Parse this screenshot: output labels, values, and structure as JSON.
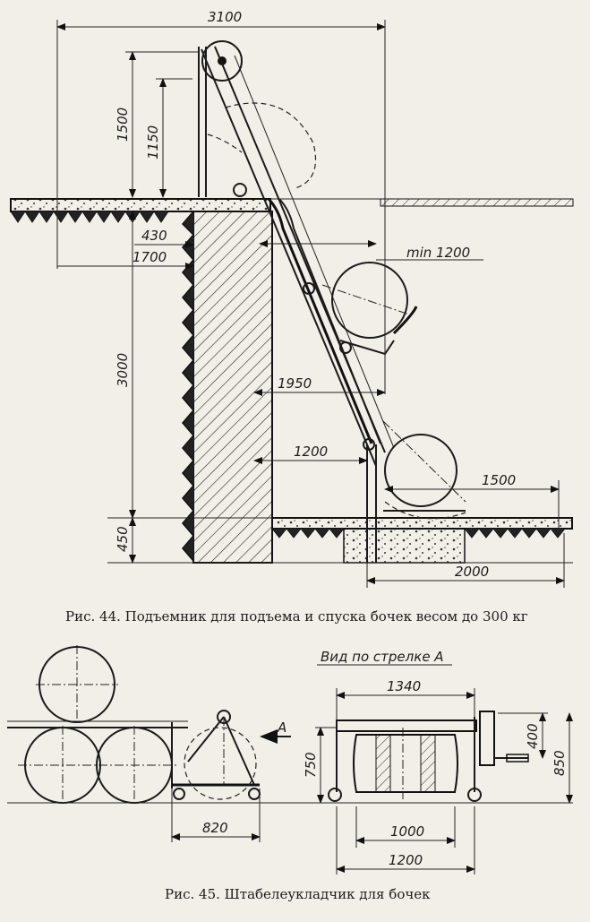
{
  "fig44": {
    "caption": "Рис. 44. Подъемник для подъема и спуска бочек весом до 300 кг",
    "dims": {
      "d3100": "3100",
      "d1500": "1500",
      "d1150": "1150",
      "d430": "430",
      "d1700": "1700",
      "dmin1200": "min 1200",
      "d3000": "3000",
      "d1950": "1950",
      "d1200": "1200",
      "d1500b": "1500",
      "d450": "450",
      "d2000": "2000"
    }
  },
  "fig45": {
    "caption": "Рис. 45. Штабелеукладчик для бочек",
    "view_label": "Вид по стрелке А",
    "arrow_label": "А",
    "dims": {
      "d820": "820",
      "d1340": "1340",
      "d400": "400",
      "d850": "850",
      "d750": "750",
      "d1000": "1000",
      "d1200": "1200"
    }
  },
  "colors": {
    "paper": "#f2efe8",
    "ink": "#1c1c1c"
  }
}
